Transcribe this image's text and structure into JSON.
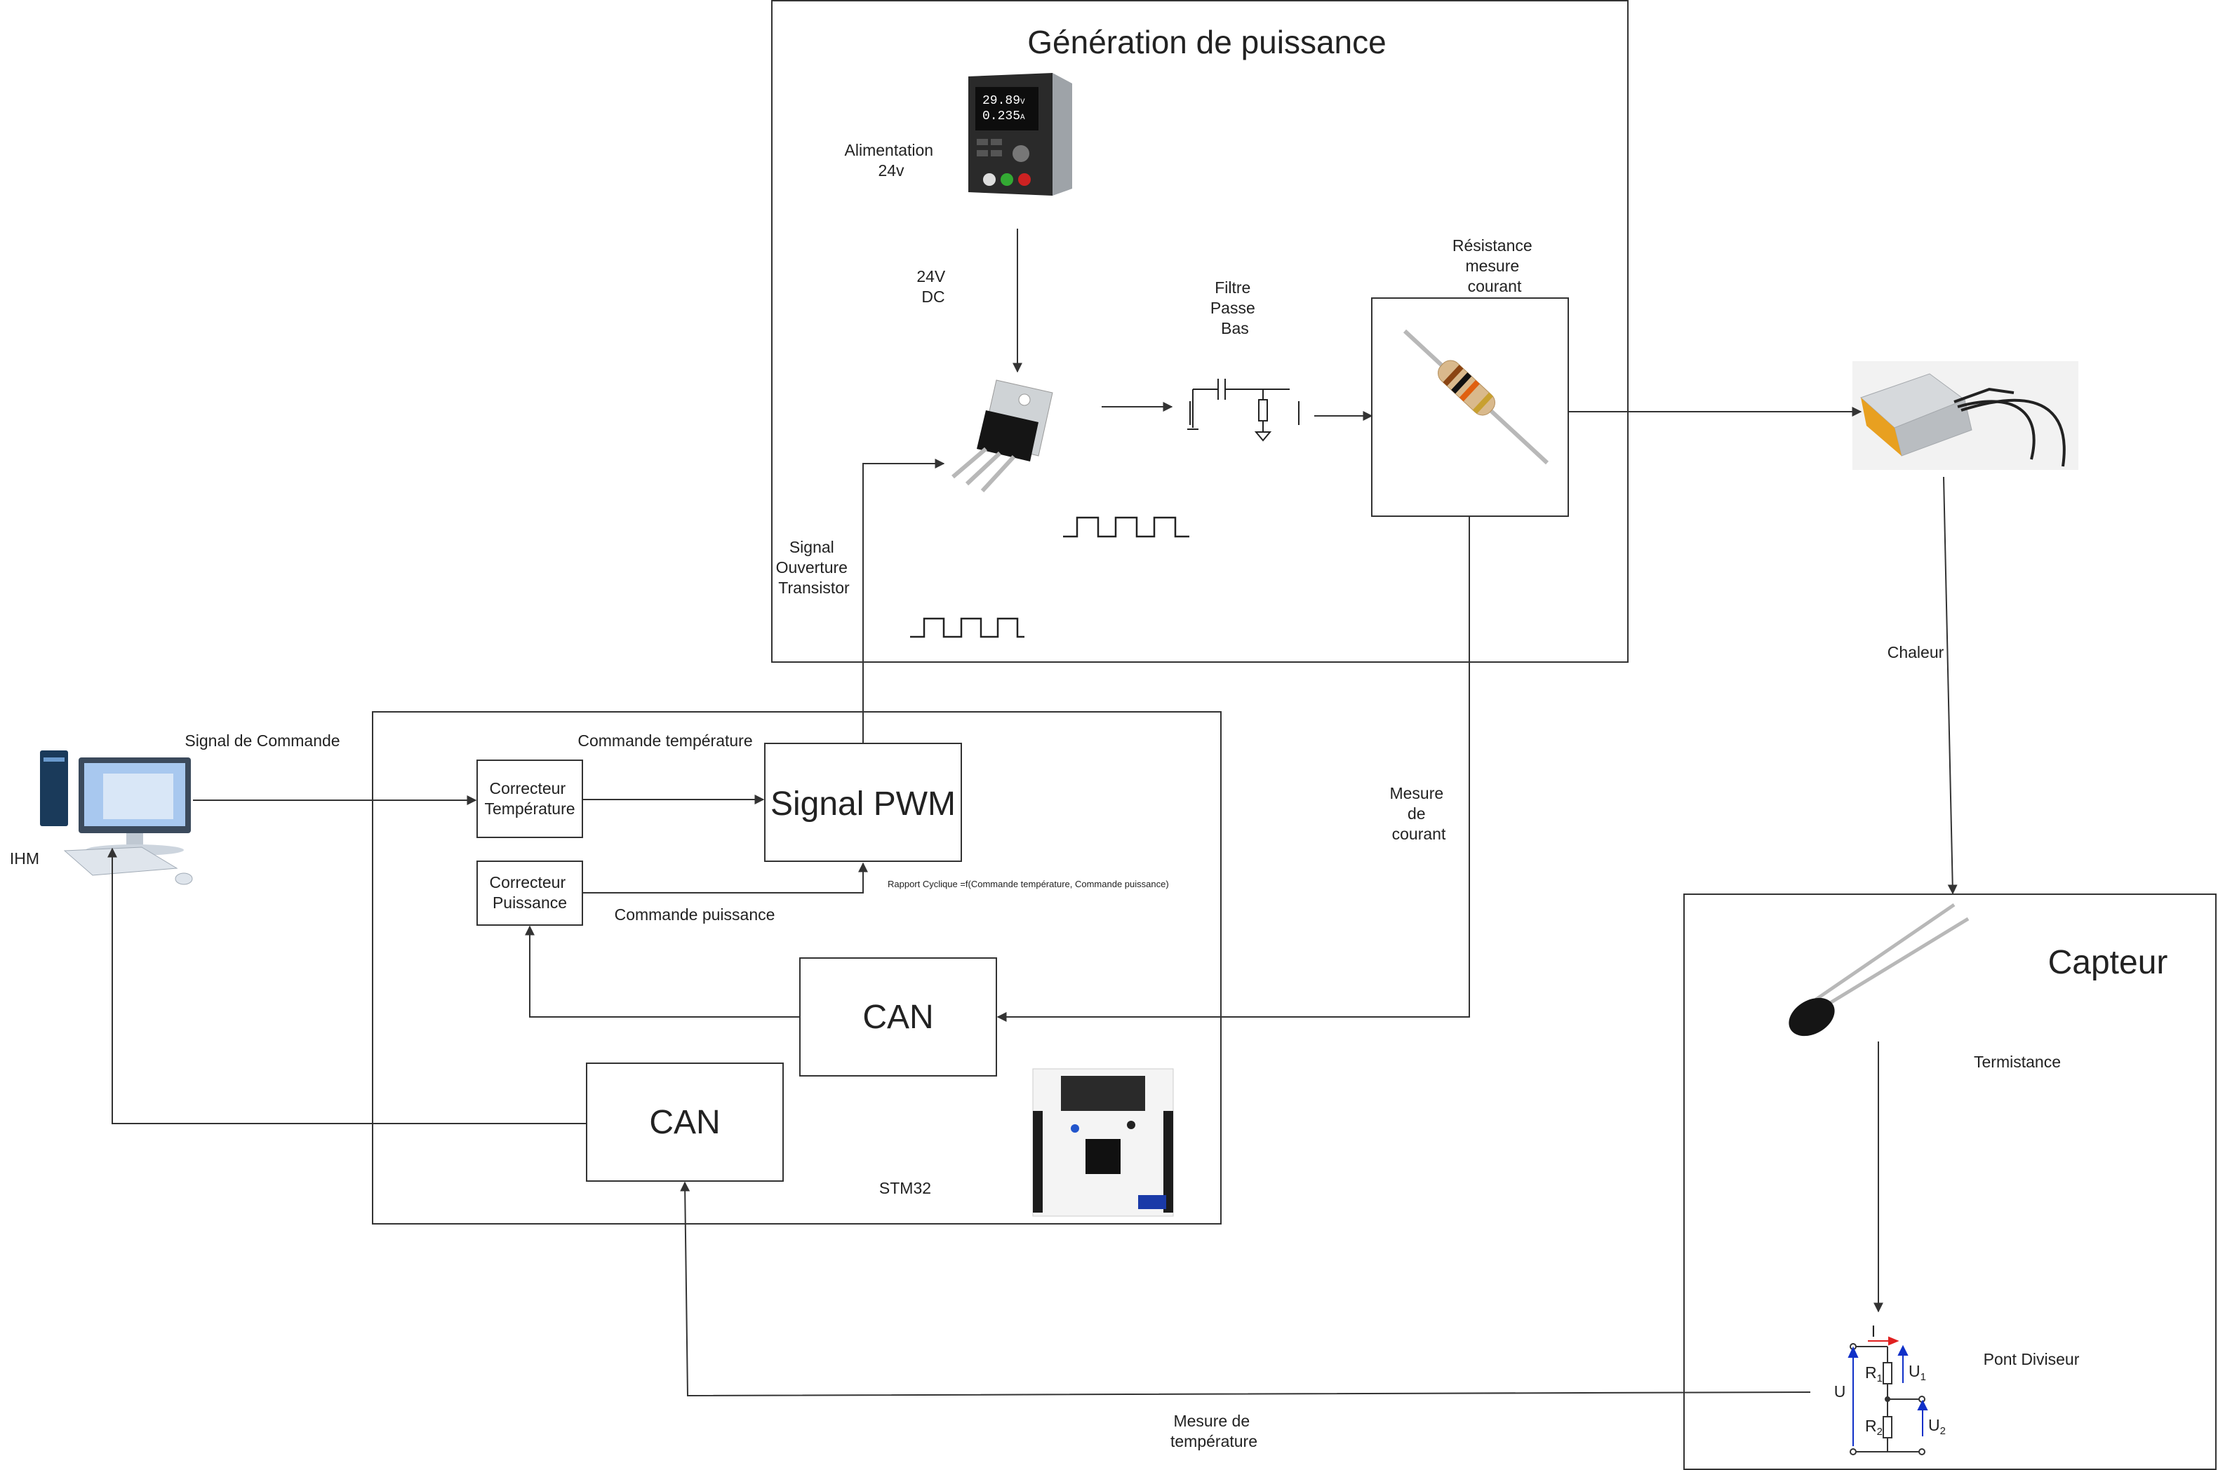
{
  "groups": {
    "power": "Génération de puissance",
    "mcu": "STM32",
    "sensor": "Capteur"
  },
  "blocks": {
    "correcteur_temp": [
      "Correcteur",
      "Température"
    ],
    "correcteur_puiss": [
      "Correcteur",
      "Puissance"
    ],
    "signal_pwm": "Signal PWM",
    "can_courant": "CAN",
    "can_temp": "CAN"
  },
  "labels": {
    "ihm": "IHM",
    "signal_commande": "Signal de Commande",
    "commande_temperature": "Commande température",
    "commande_puissance": "Commande puissance",
    "rapport_cyclique": "Rapport Cyclique =f(Commande température, Commande puissance)",
    "alimentation": [
      "Alimentation",
      "24v"
    ],
    "dc": [
      "24V",
      "DC"
    ],
    "filtre": [
      "Filtre",
      "Passe",
      "Bas"
    ],
    "resistance": [
      "Résistance",
      "mesure",
      "courant"
    ],
    "signal_ouverture": [
      "Signal",
      "Ouverture",
      "Transistor"
    ],
    "mesure_courant": [
      "Mesure",
      "de",
      "courant"
    ],
    "chaleur": "Chaleur",
    "termistance": "Termistance",
    "pont_diviseur": "Pont Diviseur",
    "mesure_temperature": [
      "Mesure de",
      "température"
    ]
  },
  "psu_display": {
    "voltage": "29.89",
    "voltage_unit": "V",
    "current": "0.235",
    "current_unit": "A"
  },
  "divider": {
    "i": "I",
    "u": "U",
    "r1": "R",
    "r1_sub": "1",
    "r2": "R",
    "r2_sub": "2",
    "u1": "U",
    "u1_sub": "1",
    "u2": "U",
    "u2_sub": "2"
  },
  "colors": {
    "stroke": "#333333",
    "current_arrow": "#e02020",
    "voltage_arrow": "#1030c8"
  }
}
